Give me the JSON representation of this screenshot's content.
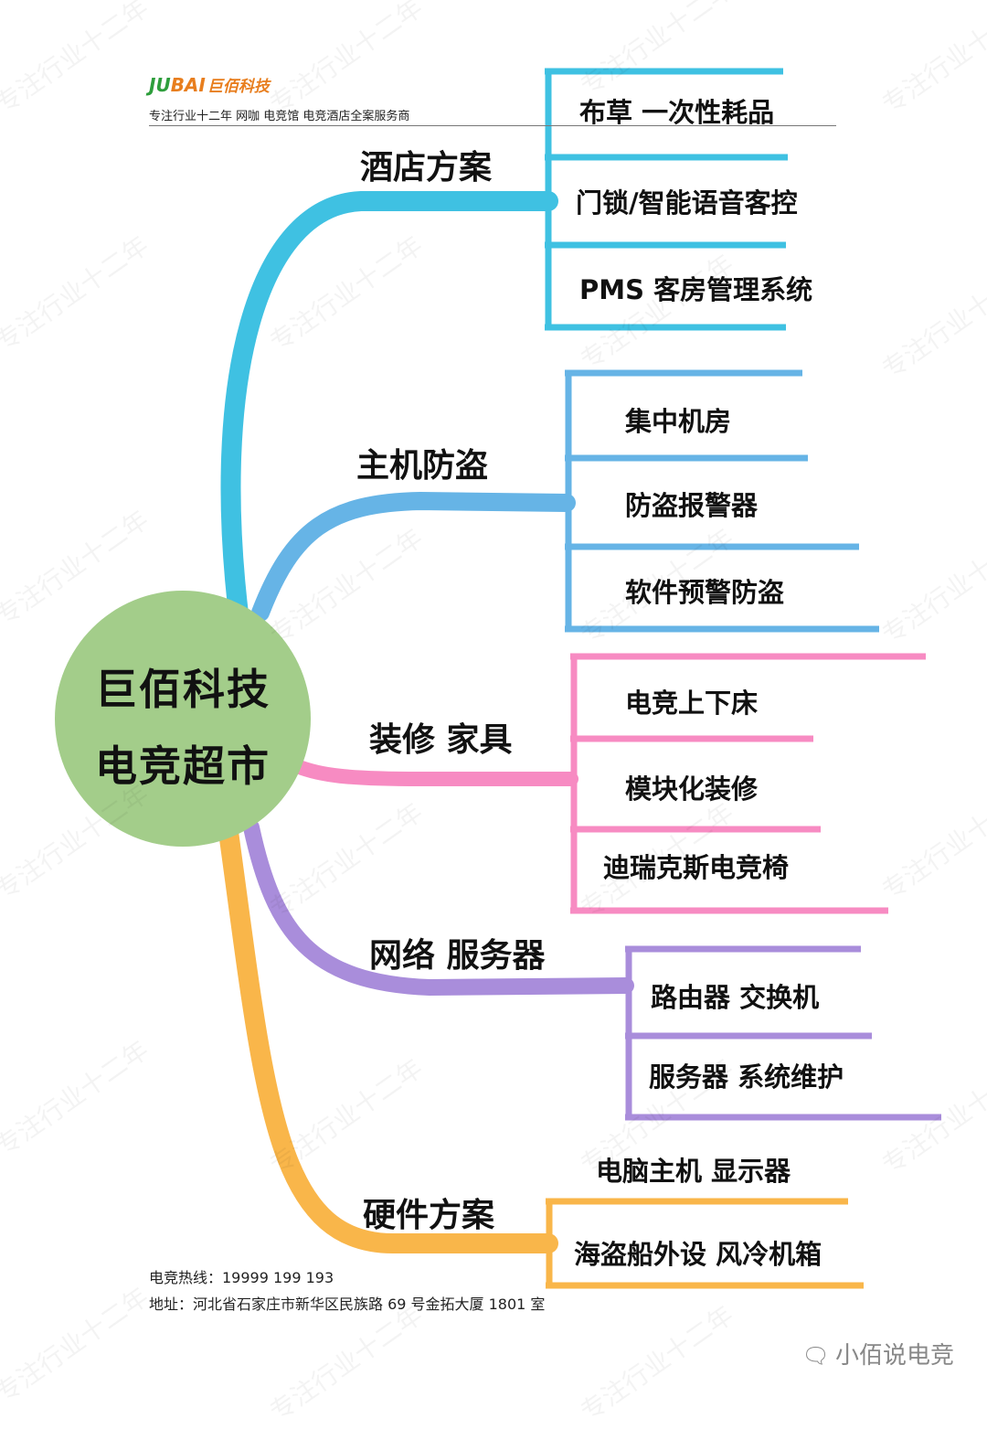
{
  "header": {
    "logo_latin_1": "JU",
    "logo_latin_2": "BAI",
    "logo_cn": "巨佰科技",
    "tagline": "专注行业十二年    网咖  电竞馆  电竞酒店全案服务商"
  },
  "center": {
    "line1": "巨佰科技",
    "line2": "电竞超市",
    "color": "#a3cd8a"
  },
  "branches": [
    {
      "label": "酒店方案",
      "color": "#3fc1e2",
      "leaves": [
        "布草  一次性耗品",
        "门锁/智能语音客控",
        "PMS 客房管理系统"
      ]
    },
    {
      "label": "主机防盗",
      "color": "#66b4e6",
      "leaves": [
        "集中机房",
        "防盗报警器",
        "软件预警防盗"
      ]
    },
    {
      "label": "装修  家具",
      "color": "#f78bc2",
      "leaves": [
        "电竞上下床",
        "模块化装修",
        "迪瑞克斯电竞椅"
      ]
    },
    {
      "label": "网络  服务器",
      "color": "#a98ddb",
      "leaves": [
        "路由器  交换机",
        "服务器  系统维护"
      ]
    },
    {
      "label": "硬件方案",
      "color": "#f9b64a",
      "leaves": [
        "电脑主机  显示器",
        "海盗船外设  风冷机箱"
      ]
    }
  ],
  "footer": {
    "hotline": "电竞热线：19999 199 193",
    "address": "地址：河北省石家庄市新华区民族路 69 号金拓大厦 1801 室"
  },
  "wechat": {
    "icon": "wechat-icon",
    "name": "小佰说电竞"
  },
  "watermark": "专注行业十二年"
}
